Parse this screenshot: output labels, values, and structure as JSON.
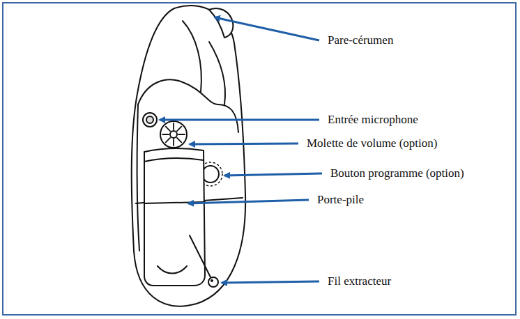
{
  "diagram": {
    "labels": [
      "Pare-cérumen",
      "Entrée microphone",
      "Molette de volume (option)",
      "Bouton programme (option)",
      "Porte-pile",
      "Fil extracteur"
    ]
  }
}
